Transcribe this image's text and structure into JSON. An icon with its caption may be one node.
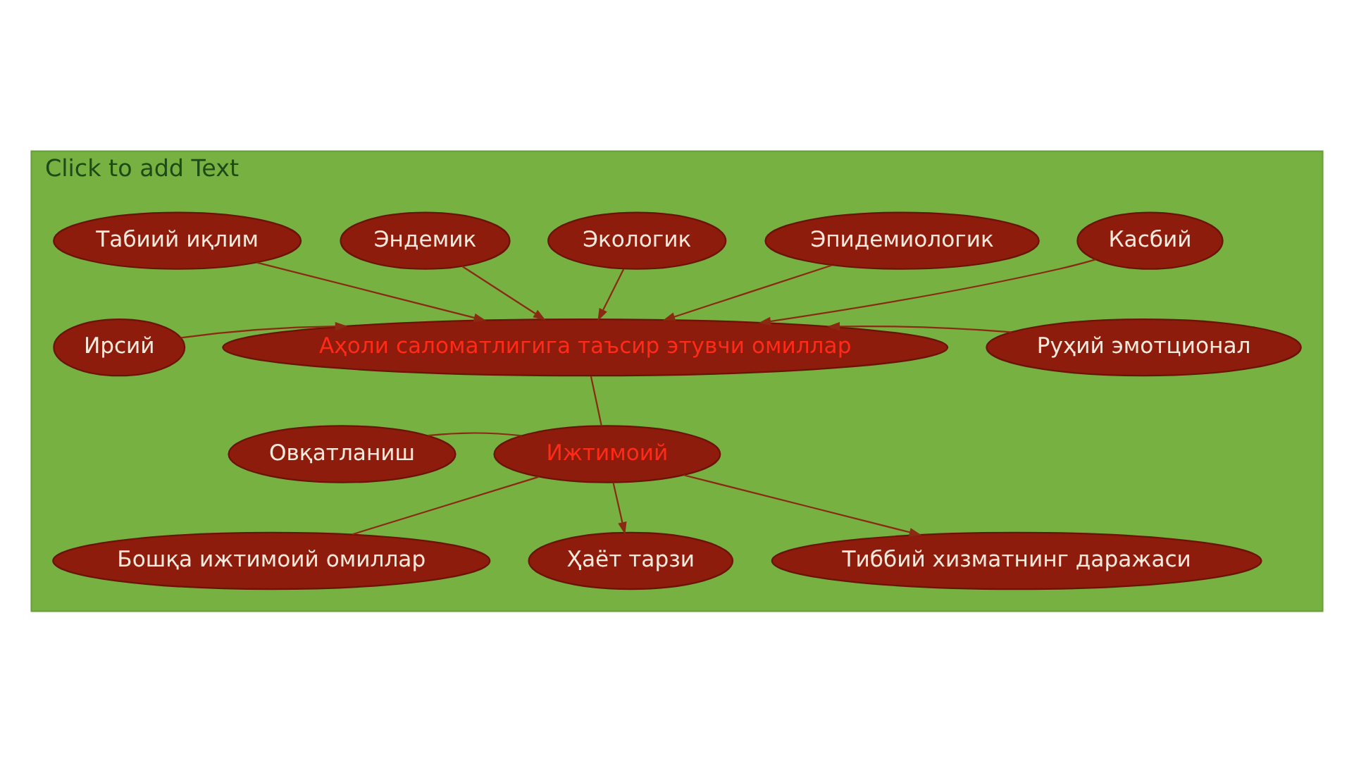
{
  "diagram": {
    "nodes": [
      {
        "text": [
          "Click to add Text"
        ]
      },
      {
        "text": [
          "Табиий иқлим"
        ],
        "in": 0
      },
      {
        "text": [
          "Эндемик"
        ],
        "in": 0
      },
      {
        "text": [
          "Экологик"
        ],
        "in": 0
      },
      {
        "text": [
          "Эпидемиологик"
        ],
        "in": 0
      },
      {
        "text": [
          "Касбий"
        ],
        "in": 0
      },
      {
        "text": [
          "Ирсий"
        ],
        "in": 0
      },
      {
        "text": [
          "Аҳоли саломатлигига таъсир этувчи омиллар"
        ],
        "in": 0
      },
      {
        "text": [
          "Руҳий эмотционал"
        ],
        "in": 0
      },
      {
        "text": [
          "Овқатланиш"
        ],
        "in": 0
      },
      {
        "text": [
          "Ижтимоий"
        ],
        "in": 0
      },
      {
        "text": [
          "Бошқа ижтимоий омиллар"
        ],
        "in": 0
      },
      {
        "text": [
          "Ҳаёт тарзи"
        ],
        "in": 0
      },
      {
        "text": [
          "Тиббий хизматнинг даражаси"
        ],
        "in": 0
      }
    ],
    "edges": [
      {
        "from": 1,
        "to": 7,
        "arrow": "to"
      },
      {
        "from": 2,
        "to": 7,
        "arrow": "to"
      },
      {
        "from": 3,
        "to": 7,
        "arrow": "to"
      },
      {
        "from": 4,
        "to": 7,
        "arrow": "to"
      },
      {
        "from": 5,
        "to": 7,
        "arrow": "to"
      },
      {
        "from": 6,
        "to": 7,
        "arrow": "to"
      },
      {
        "from": 8,
        "to": 7,
        "arrow": "to"
      },
      {
        "from": 7,
        "to": 10,
        "arrow": "none"
      },
      {
        "from": 9,
        "to": 10,
        "arrow": "none"
      },
      {
        "from": 10,
        "to": 11,
        "arrow": "none"
      },
      {
        "from": 10,
        "to": 12,
        "arrow": "to"
      },
      {
        "from": 10,
        "to": 13,
        "arrow": "to"
      }
    ]
  }
}
